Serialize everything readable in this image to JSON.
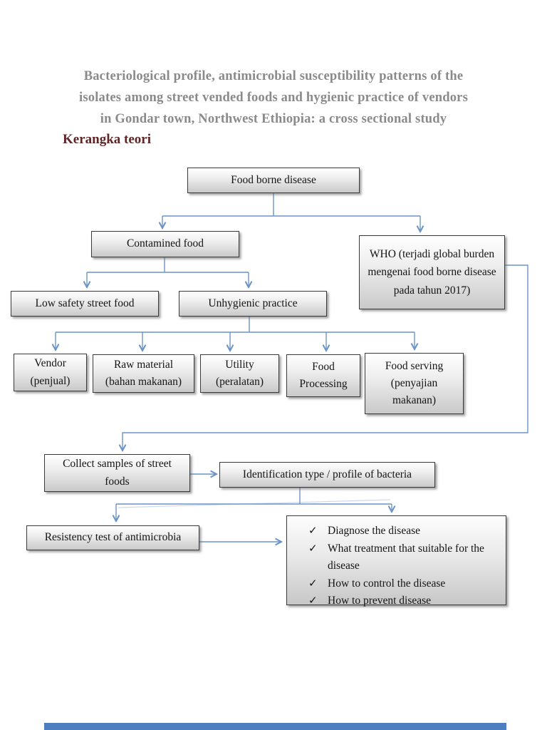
{
  "page": {
    "title_lines": [
      "Bacteriological profile, antimicrobial susceptibility patterns of the",
      "isolates among street vended foods and hygienic practice of vendors",
      "in Gondar town, Northwest Ethiopia: a cross sectional study"
    ],
    "section_heading": "Kerangka teori"
  },
  "colors": {
    "title_text": "#8a8a8a",
    "heading_text": "#5f2526",
    "connector": "#6b94c6",
    "node_border": "#3a3a3a",
    "bottom_bar": "#4d7ebf"
  },
  "diagram": {
    "nodes": {
      "food_borne_disease": "Food borne disease",
      "contamined_food": "Contamined food",
      "who": "WHO (terjadi global burden mengenai food borne disease pada tahun 2017)",
      "low_safety_street_food": "Low safety street food",
      "unhygienic_practice": "Unhygienic practice",
      "vendor": "Vendor (penjual)",
      "raw_material": "Raw material (bahan makanan)",
      "utility": "Utility (peralatan)",
      "food_processing": "Food Processing",
      "food_serving": "Food serving (penyajian makanan)",
      "collect_samples": "Collect samples of street foods",
      "identification": "Identification type / profile of bacteria",
      "resistency_test": "Resistency test of antimicrobia"
    },
    "outcomes": {
      "icon": "✓",
      "items": [
        "Diagnose the disease",
        "What treatment that suitable for the disease",
        "How to control the disease",
        "How to prevent disease"
      ]
    }
  }
}
